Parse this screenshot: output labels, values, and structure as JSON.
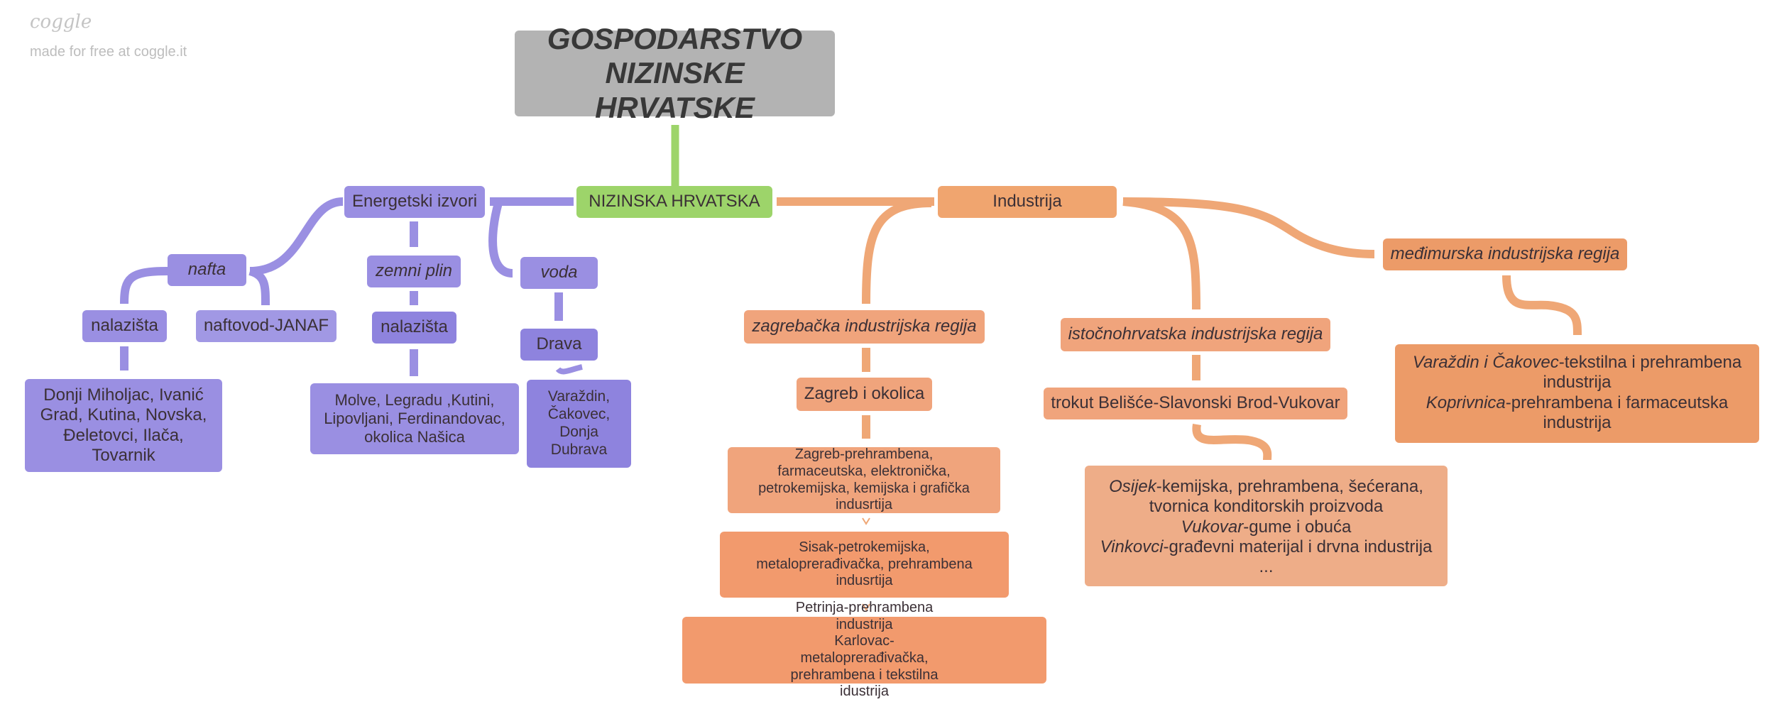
{
  "branding": {
    "logo": "coggle",
    "tagline": "made for free at coggle.it"
  },
  "title": {
    "line1": "GOSPODARSTVO",
    "line2": "NIZINSKE HRVATSKE"
  },
  "center": "NIZINSKA HRVATSKA",
  "energy": {
    "label": "Energetski izvori",
    "nafta": "nafta",
    "nafta_nalazista": "nalazišta",
    "naftovod": "naftovod-JANAF",
    "nafta_places": "Donji Miholjac, Ivanić Grad, Kutina, Novska, Đeletovci, Ilača, Tovarnik",
    "zemni_plin": "zemni plin",
    "plin_nalazista": "nalazišta",
    "plin_places": "Molve, Legradu ,Kutini, Lipovljani, Ferdinandovac, okolica Našica",
    "voda": "voda",
    "drava": "Drava",
    "drava_places": "Varaždin, Čakovec, Donja Dubrava"
  },
  "industry": {
    "label": "Industrija",
    "zagreb_region": "zagrebačka industrijska regija",
    "zagreb_area": "Zagreb i okolica",
    "zagreb_detail": "Zagreb-prehrambena, farmaceutska, elektronička, petrokemijska, kemijska i grafička indusrtija",
    "sisak_detail": "Sisak-petrokemijska, metaloprerađivačka, prehrambena indusrtija",
    "petrinja_line": "Petrinja-prehrambena industrija",
    "karlovac_line": "Karlovac-metaloprerađivačka, prehrambena i tekstilna idustrija",
    "east_region": "istočnohrvatska industrijska regija",
    "triangle": "trokut Belišće-Slavonski Brod-Vukovar",
    "east_detail": {
      "osijek_city": "Osijek",
      "osijek_text": "-kemijska, prehrambena, šećerana, tvornica konditorskih proizvoda",
      "vukovar_city": "Vukovar",
      "vukovar_text": "-gume i obuća",
      "vinkovci_city": "Vinkovci",
      "vinkovci_text": "-građevni materijal i drvna industrija",
      "more": "..."
    },
    "medjimurje_region": "međimurska industrijska regija",
    "medjimurje_detail": {
      "vc_city": "Varaždin i Čakovec",
      "vc_text": "-tekstilna i prehrambena industrija",
      "kc_city": "Koprivnica",
      "kc_text": "-prehrambena i farmaceutska industrija"
    }
  },
  "colors": {
    "purple": "#9a8fe2",
    "orange": "#efa776",
    "green": "#9dd46a",
    "gray": "#b3b3b3"
  }
}
